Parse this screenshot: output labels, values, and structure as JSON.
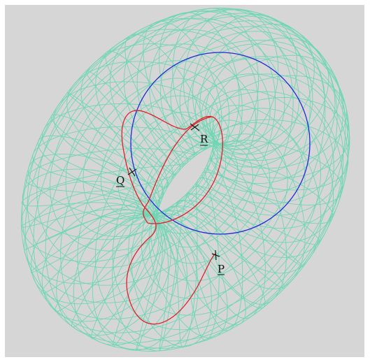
{
  "figure": {
    "description_labels": {
      "P": "P",
      "Q": "Q",
      "R": "R"
    },
    "colors": {
      "background": "#d6d6d6",
      "torus_mesh": "#6fd6b4",
      "meridian_circle": "#1f2bd8",
      "curve": "#e0202a",
      "marker": "#1a1a1a"
    },
    "points": [
      {
        "label": "P",
        "name": "point-p"
      },
      {
        "label": "Q",
        "name": "point-q"
      },
      {
        "label": "R",
        "name": "point-r"
      }
    ]
  }
}
